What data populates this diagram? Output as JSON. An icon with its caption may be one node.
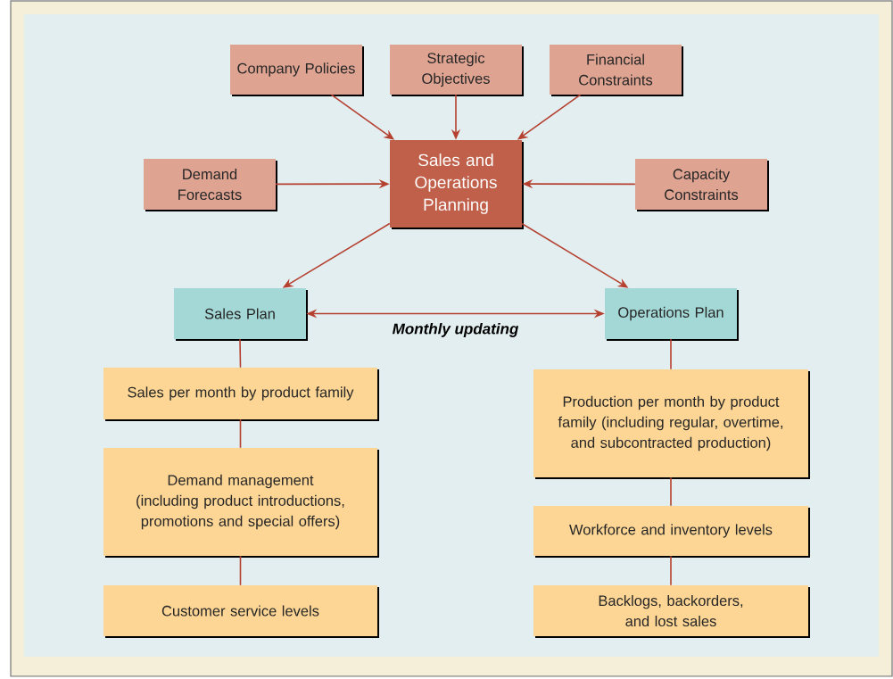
{
  "diagram": {
    "nodes": [
      {
        "text": [
          "Company Policies"
        ]
      },
      {
        "text": [
          "Strategic Objectives"
        ]
      },
      {
        "text": [
          "Financial Constraints"
        ]
      },
      {
        "text": [
          "Demand Forecasts"
        ]
      },
      {
        "text": [
          "Sales and Operations Planning"
        ]
      },
      {
        "text": [
          "Capacity Constraints"
        ]
      },
      {
        "text": [
          "Sales Plan"
        ]
      },
      {
        "text": [
          "Operations Plan"
        ]
      },
      {
        "text": [
          "Sales per month by product family"
        ]
      },
      {
        "text": [
          "Demand management (including product introductions, promotions and special offers)"
        ]
      },
      {
        "text": [
          "Customer service levels"
        ]
      },
      {
        "text": [
          "Production per month by product family (including regular, overtime, and subcontracted production)"
        ]
      },
      {
        "text": [
          "Workforce and inventory levels"
        ]
      },
      {
        "text": [
          "Backlogs, backorders, and lost sales"
        ]
      }
    ],
    "edges": [
      {
        "from": 0,
        "to": 4,
        "arrow": "to"
      },
      {
        "from": 1,
        "to": 4,
        "arrow": "to"
      },
      {
        "from": 2,
        "to": 4,
        "arrow": "to"
      },
      {
        "from": 3,
        "to": 4,
        "arrow": "to"
      },
      {
        "from": 5,
        "to": 4,
        "arrow": "to"
      },
      {
        "from": 4,
        "to": 6,
        "arrow": "to"
      },
      {
        "from": 4,
        "to": 7,
        "arrow": "to"
      },
      {
        "from": 6,
        "to": 7,
        "arrow": "both",
        "label": "Monthly updating"
      },
      {
        "from": 6,
        "to": 8,
        "arrow": "none"
      },
      {
        "from": 8,
        "to": 9,
        "arrow": "none"
      },
      {
        "from": 9,
        "to": 10,
        "arrow": "none"
      },
      {
        "from": 7,
        "to": 11,
        "arrow": "none"
      },
      {
        "from": 11,
        "to": 12,
        "arrow": "none"
      },
      {
        "from": 12,
        "to": 13,
        "arrow": "none"
      }
    ]
  }
}
